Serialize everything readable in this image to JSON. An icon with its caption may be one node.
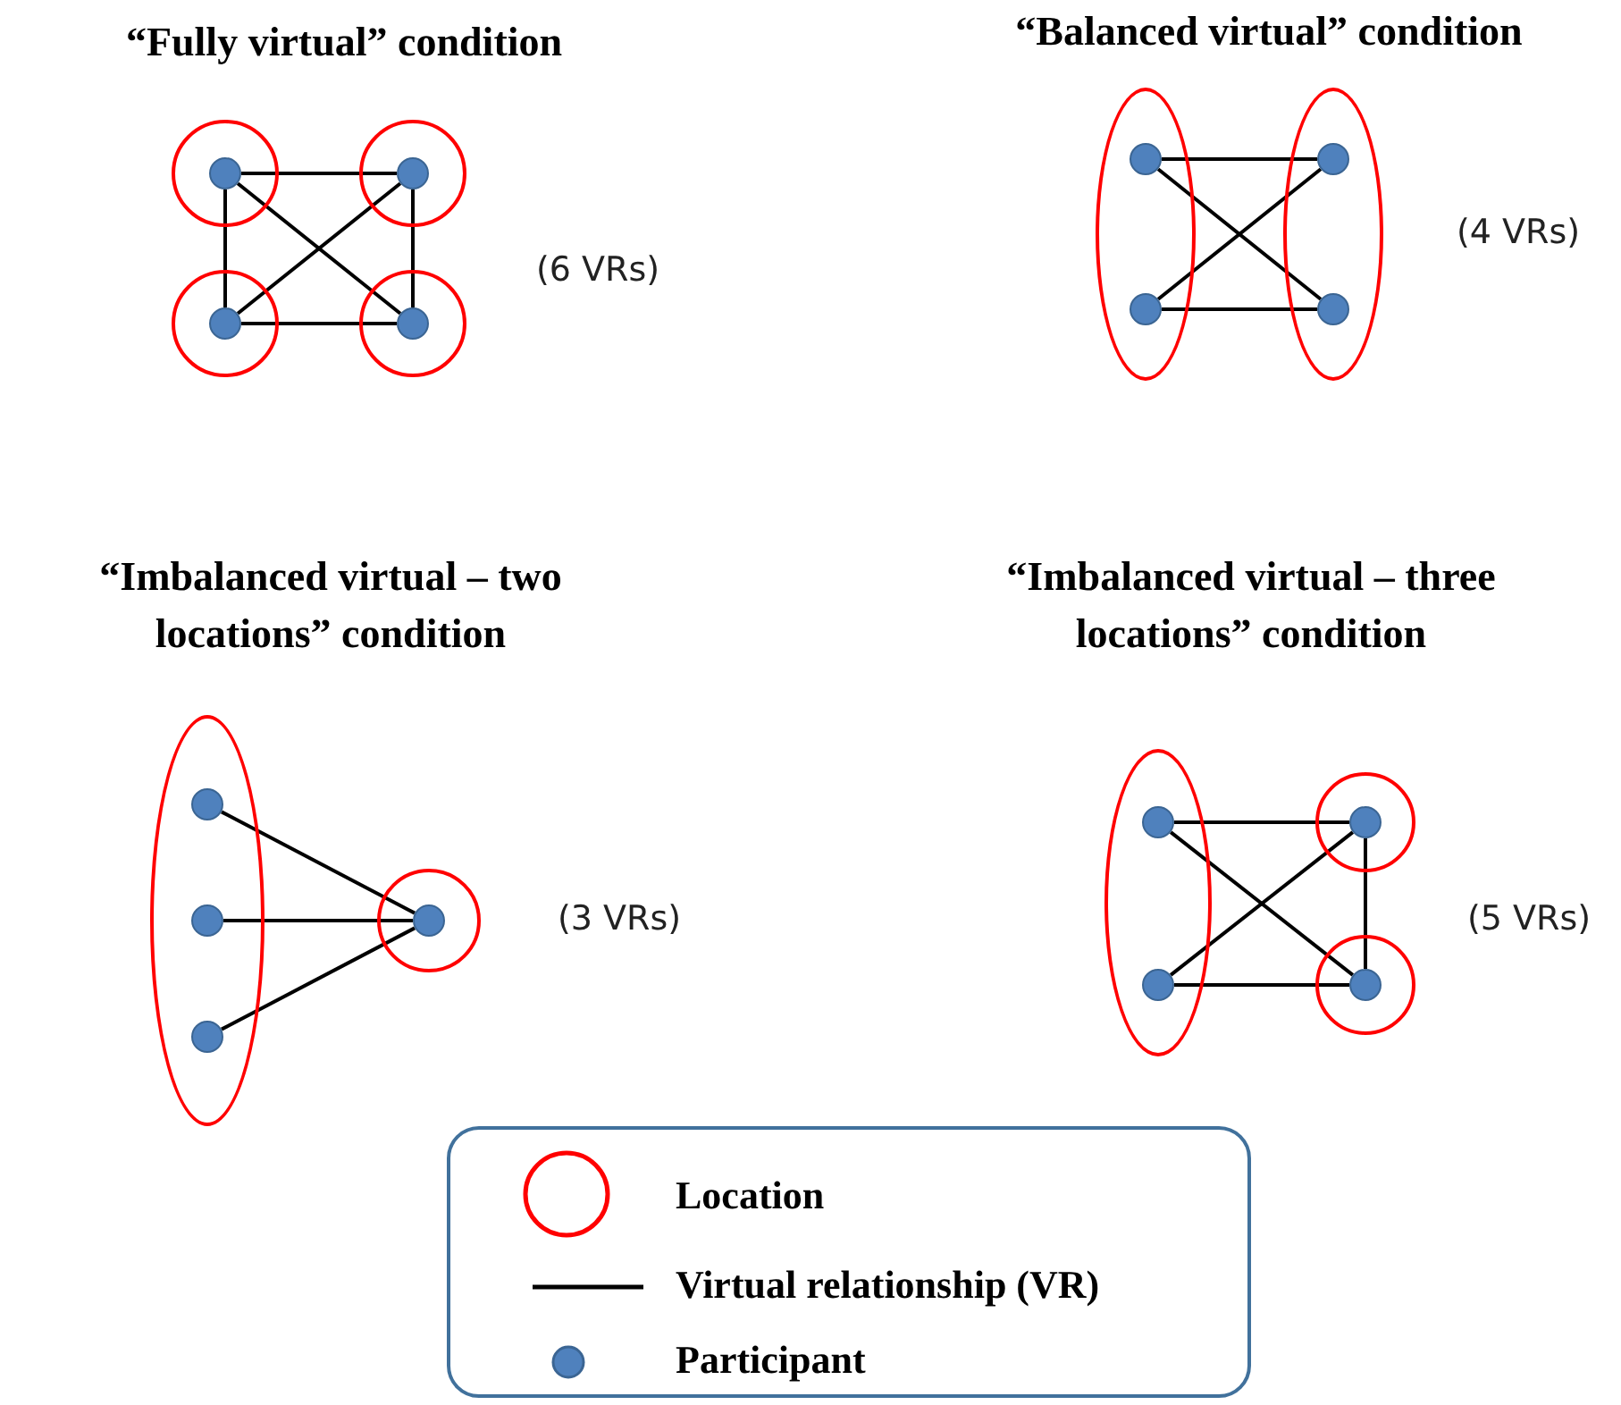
{
  "diagram": {
    "nodes": [
      {
        "text": [],
        "shape": "circle"
      },
      {
        "text": [],
        "shape": "circle",
        "in": 0
      },
      {
        "text": [],
        "shape": "circle"
      },
      {
        "text": [],
        "shape": "circle",
        "in": 2
      },
      {
        "text": [],
        "shape": "circle"
      },
      {
        "text": [],
        "shape": "circle",
        "in": 4
      },
      {
        "text": [],
        "shape": "circle"
      },
      {
        "text": [],
        "shape": "circle",
        "in": 6
      },
      {
        "text": [],
        "shape": "circle"
      },
      {
        "text": [],
        "shape": "circle",
        "in": 8
      },
      {
        "text": [],
        "shape": "circle",
        "in": 8
      },
      {
        "text": [],
        "shape": "circle"
      },
      {
        "text": [],
        "shape": "circle",
        "in": 11
      },
      {
        "text": [],
        "shape": "circle",
        "in": 11
      },
      {
        "text": [],
        "shape": "circle"
      },
      {
        "text": [],
        "shape": "circle",
        "in": 14
      },
      {
        "text": [],
        "shape": "circle",
        "in": 14
      },
      {
        "text": [],
        "shape": "circle",
        "in": 14
      },
      {
        "text": [],
        "shape": "circle"
      },
      {
        "text": [],
        "shape": "circle",
        "in": 18
      },
      {
        "text": [],
        "shape": "circle"
      },
      {
        "text": [],
        "shape": "circle",
        "in": 20
      },
      {
        "text": [],
        "shape": "circle",
        "in": 20
      },
      {
        "text": [],
        "shape": "circle"
      },
      {
        "text": [],
        "shape": "circle",
        "in": 23
      },
      {
        "text": [],
        "shape": "circle"
      },
      {
        "text": [],
        "shape": "circle",
        "in": 25
      }
    ],
    "edges": [
      {
        "from": 1,
        "to": 3,
        "arrow": "none"
      },
      {
        "from": 1,
        "to": 5,
        "arrow": "none"
      },
      {
        "from": 1,
        "to": 7,
        "arrow": "none"
      },
      {
        "from": 3,
        "to": 5,
        "arrow": "none"
      },
      {
        "from": 3,
        "to": 7,
        "arrow": "none"
      },
      {
        "from": 5,
        "to": 7,
        "arrow": "none"
      },
      {
        "from": 9,
        "to": 12,
        "arrow": "none"
      },
      {
        "from": 9,
        "to": 13,
        "arrow": "none"
      },
      {
        "from": 10,
        "to": 12,
        "arrow": "none"
      },
      {
        "from": 10,
        "to": 13,
        "arrow": "none"
      },
      {
        "from": 15,
        "to": 19,
        "arrow": "none"
      },
      {
        "from": 16,
        "to": 19,
        "arrow": "none"
      },
      {
        "from": 17,
        "to": 19,
        "arrow": "none"
      },
      {
        "from": 21,
        "to": 24,
        "arrow": "none"
      },
      {
        "from": 21,
        "to": 26,
        "arrow": "none"
      },
      {
        "from": 22,
        "to": 24,
        "arrow": "none"
      },
      {
        "from": 22,
        "to": 26,
        "arrow": "none"
      },
      {
        "from": 24,
        "to": 26,
        "arrow": "none"
      }
    ],
    "labels": [
      "“Fully virtual” condition",
      "“Balanced virtual” condition",
      "(6 VRs)",
      "(4 VRs)",
      "“Imbalanced virtual – two locations” condition",
      "“Imbalanced virtual – three locations” condition",
      "(3 VRs)",
      "(5 VRs)"
    ],
    "legend": [
      {
        "text": "Location"
      },
      {
        "text": "Virtual relationship (VR)"
      },
      {
        "text": "Participant"
      }
    ]
  }
}
